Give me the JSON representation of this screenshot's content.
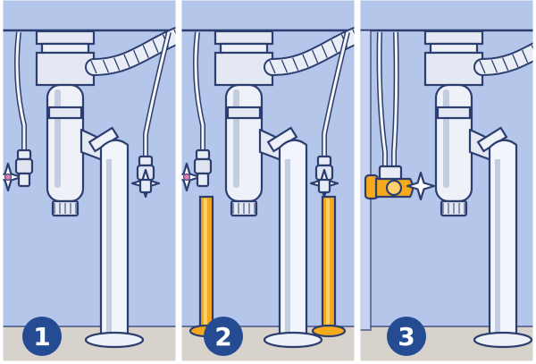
{
  "panels": [
    {
      "step_label": "1",
      "has_floor_supply_pipes": false,
      "wall_supply_valve": false
    },
    {
      "step_label": "2",
      "has_floor_supply_pipes": true,
      "wall_supply_valve": false
    },
    {
      "step_label": "3",
      "has_floor_supply_pipes": false,
      "wall_supply_valve": true
    }
  ],
  "colors": {
    "wall": "#b4c6ea",
    "floor": "#d7d2cb",
    "outline": "#2c3d70",
    "pipe": "#f2f5fb",
    "pipe_shade": "#c4cce0",
    "copper": "#f5a91c",
    "badge": "#254c93",
    "frame": "#ffffff"
  },
  "icons": {
    "valve_handle": "star-handle-icon",
    "hot_marker": "pink-dot-icon",
    "cold_marker": "blue-dot-icon"
  }
}
